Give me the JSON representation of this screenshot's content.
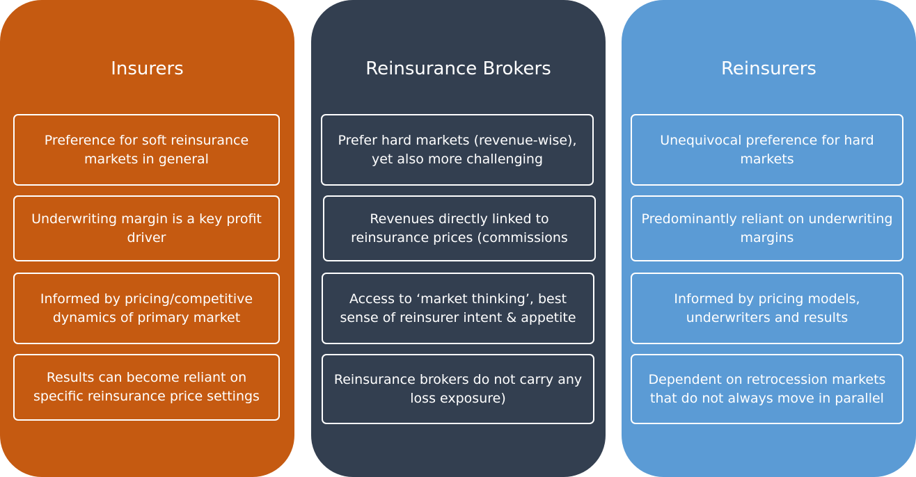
{
  "columns": [
    {
      "title": "Insurers",
      "color": "#c55a11",
      "items": [
        "Preference for soft reinsurance markets in general",
        "Underwriting margin is a key profit driver",
        "Informed by pricing/competitive dynamics of primary market",
        "Results can become reliant on specific reinsurance price settings"
      ]
    },
    {
      "title": "Reinsurance Brokers",
      "color": "#333f50",
      "items": [
        "Prefer hard markets (revenue-wise), yet also more challenging",
        "Revenues directly linked to reinsurance prices (commissions",
        "Access to ‘market thinking’, best sense of reinsurer intent & appetite",
        "Reinsurance brokers do not carry any loss exposure)"
      ]
    },
    {
      "title": "Reinsurers",
      "color": "#5b9bd5",
      "items": [
        "Unequivocal preference for hard markets",
        "Predominantly reliant on underwriting margins",
        "Informed by pricing models, underwriters and results",
        "Dependent on retrocession markets that do not always move in parallel"
      ]
    }
  ]
}
